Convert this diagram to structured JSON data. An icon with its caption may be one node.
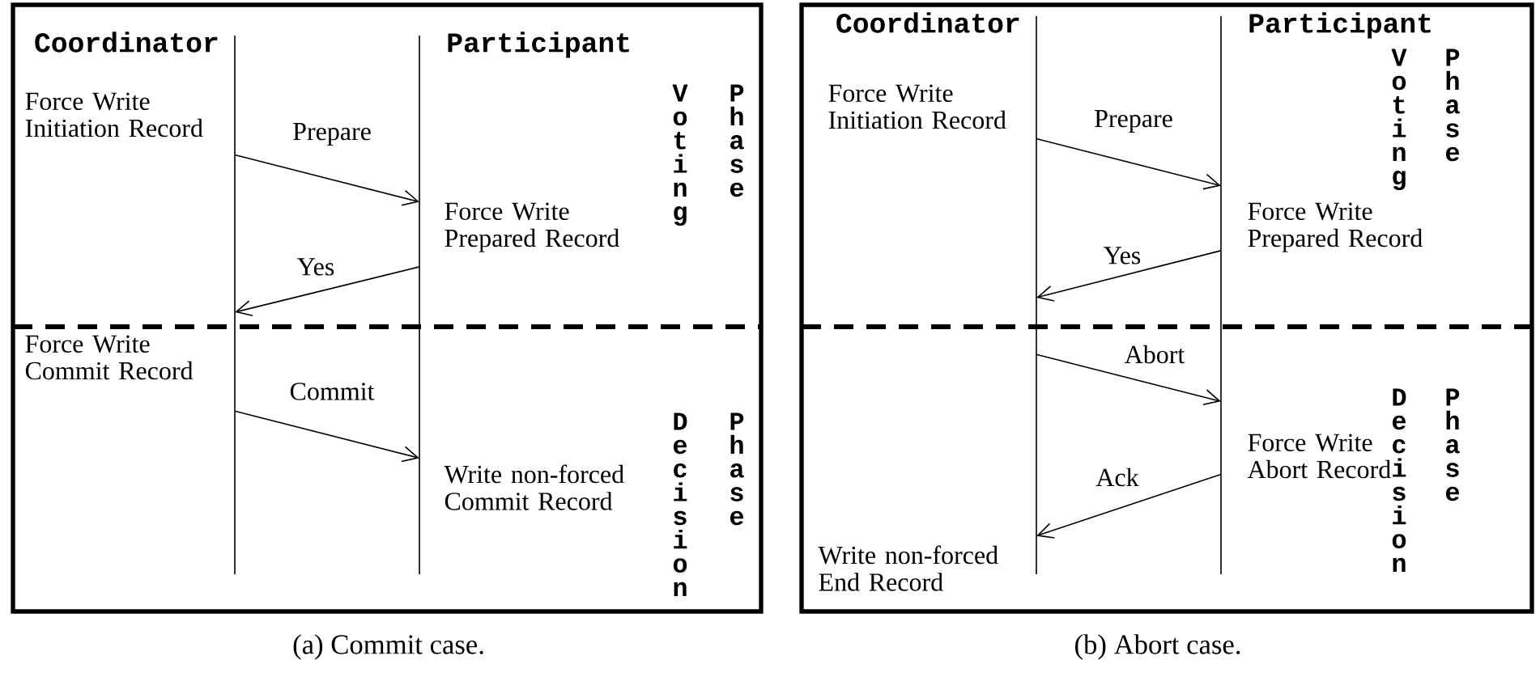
{
  "diagram": {
    "nodes": [
      {
        "text": [],
        "shape": "box"
      },
      {
        "text": [
          "Coordinator"
        ],
        "in": 0
      },
      {
        "text": [
          "Participant"
        ],
        "in": 0
      },
      {
        "text": [],
        "shape": "box"
      },
      {
        "text": [
          "Coordinator"
        ],
        "in": 3
      },
      {
        "text": [
          "Participant"
        ],
        "in": 3
      }
    ],
    "edges": [
      {
        "from": 1,
        "to": 2,
        "arrow": "to",
        "label": "Prepare"
      },
      {
        "from": 2,
        "to": 1,
        "arrow": "to",
        "label": "Yes"
      },
      {
        "from": 1,
        "to": 2,
        "arrow": "to",
        "label": "Commit"
      },
      {
        "from": 4,
        "to": 5,
        "arrow": "to",
        "label": "Prepare"
      },
      {
        "from": 5,
        "to": 4,
        "arrow": "to",
        "label": "Yes"
      },
      {
        "from": 4,
        "to": 5,
        "arrow": "to",
        "label": "Abort"
      },
      {
        "from": 5,
        "to": 4,
        "arrow": "to",
        "label": "Ack"
      }
    ],
    "labels": [
      "Force Write Initiation Record",
      "Voting",
      "Phase",
      "Force Write Prepared Record",
      "Force Write Commit Record",
      "Decision",
      "Phase",
      "Write non-forced Commit Record",
      "(a) Commit case.",
      "Force Write Initiation Record",
      "Voting",
      "Phase",
      "Force Write Prepared Record",
      "Decision",
      "Phase",
      "Force Write Abort Record",
      "Write non-forced End Record",
      "(b) Abort case."
    ]
  }
}
